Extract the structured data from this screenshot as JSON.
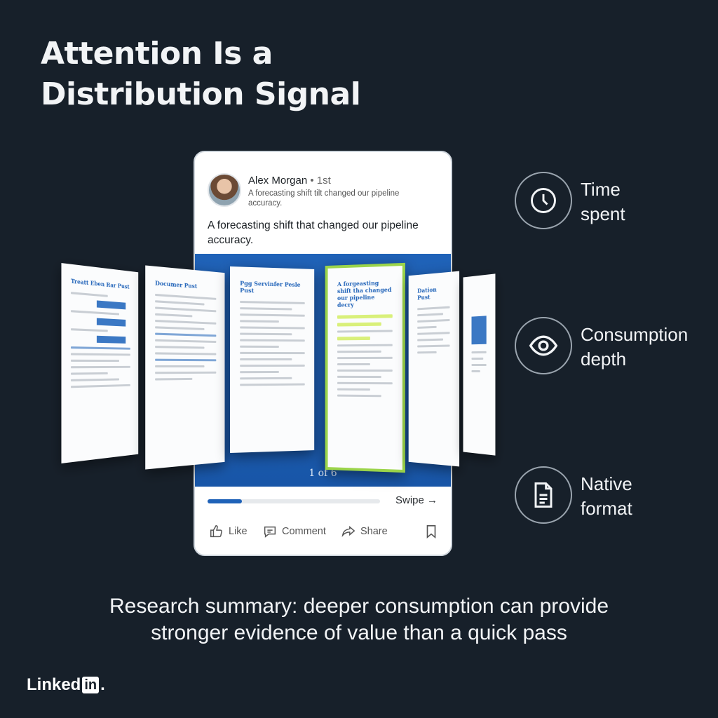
{
  "headline": {
    "line1": "Attention Is a",
    "line2": "Distribution Signal"
  },
  "post": {
    "author": "Alex Morgan",
    "degree": "• 1st",
    "subline": "A forecasting shift tilt changed our pipeline accuracy.",
    "text": "A forecasting shift that changed our pipeline accuracy.",
    "page_indicator": "1 of 6",
    "progress": 0.2,
    "swipe_label": "Swipe →",
    "actions": {
      "like": "Like",
      "comment": "Comment",
      "share": "Share"
    }
  },
  "docs": {
    "d1_title": "Treatt Eben Rar Pust",
    "d2_title": "Documer Pust",
    "d3_title": "Pgg Servinfer Pesle Pust",
    "d4_title": "A forgeasting shift tha changed our pipeline decry",
    "d5_title": "Dation Pust"
  },
  "features": [
    {
      "icon": "clock-icon",
      "line1": "Time",
      "line2": "spent"
    },
    {
      "icon": "eye-icon",
      "line1": "Consumption",
      "line2": "depth"
    },
    {
      "icon": "document-icon",
      "line1": "Native",
      "line2": "format"
    }
  ],
  "summary": {
    "line1": "Research summary: deeper consumption can provide",
    "line2": "stronger evidence of value than a quick pass"
  },
  "brand": {
    "name": "Linked",
    "in": "in",
    "dot": "."
  },
  "colors": {
    "background": "#17202a",
    "accent": "#1f62b8",
    "highlight": "#9bd44a"
  }
}
